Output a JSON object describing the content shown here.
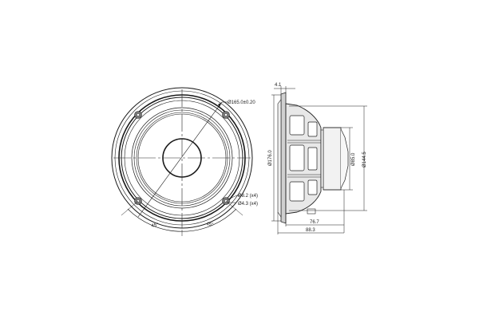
{
  "drawing": {
    "type": "speaker-driver-technical-drawing",
    "front_view": {
      "outer_diameter_label": "Ø165.0±0.20",
      "hole_large_label": "Ø8.2 (x4)",
      "hole_small_label": "Ø4.3 (x4)",
      "angle_left_label": "45°",
      "angle_right_label": "45°"
    },
    "side_view": {
      "flange_thickness_label": "4.1",
      "overall_diameter_label": "Ø176.0",
      "magnet_diameter_label": "Ø85.0",
      "frame_diameter_label": "Ø144.5",
      "depth_label": "76.7",
      "total_depth_label": "88.3"
    },
    "colors": {
      "line": "#1a1a1a",
      "background": "#ffffff",
      "frame_fill": "#e8e8e8",
      "magnet_fill": "#f2f2f2"
    }
  }
}
